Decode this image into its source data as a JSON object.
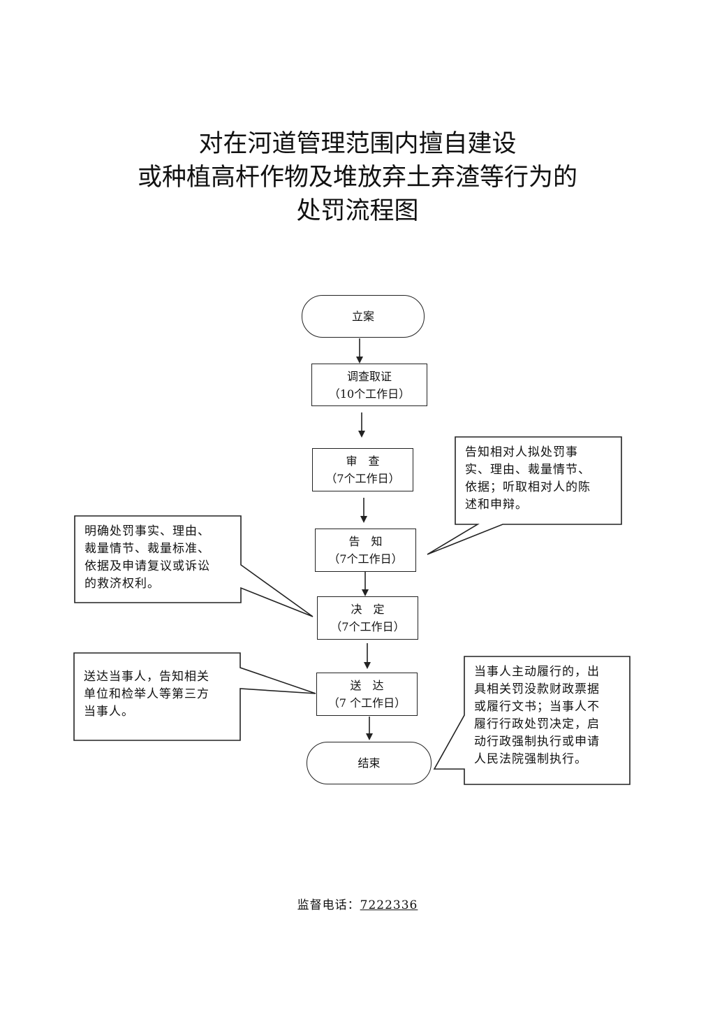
{
  "title": {
    "line1": "对在河道管理范围内擅自建设",
    "line2": "或种植高杆作物及堆放弃土弃渣等行为的",
    "line3": "处罚流程图"
  },
  "nodes": {
    "start": {
      "label": "立案"
    },
    "investigate": {
      "label": "调查取证",
      "sub": "（10个工作日）"
    },
    "review": {
      "label": "审　查",
      "sub": "（7个工作日）"
    },
    "notify": {
      "label": "告　知",
      "sub": "（7个工作日）"
    },
    "decide": {
      "label": "决　定",
      "sub": "（7个工作日）"
    },
    "deliver": {
      "label": "送　达",
      "sub": "（7 个工作日）"
    },
    "end": {
      "label": "结束"
    }
  },
  "notes": {
    "notify_right": "告知相对人拟处罚事\n实、理由、裁量情节、\n依据；听取相对人的陈\n述和申辩。",
    "decide_left": "明确处罚事实、理由、\n裁量情节、裁量标准、\n依据及申请复议或诉讼\n的救济权利。",
    "deliver_left": "送达当事人，告知相关\n单位和检举人等第三方\n当事人。",
    "end_right": "当事人主动履行的，出\n具相关罚没款财政票据\n或履行文书；当事人不\n履行行政处罚决定，启\n动行政强制执行或申请\n人民法院强制执行。"
  },
  "footer": {
    "label": "监督电话：",
    "phone": "7222336"
  }
}
